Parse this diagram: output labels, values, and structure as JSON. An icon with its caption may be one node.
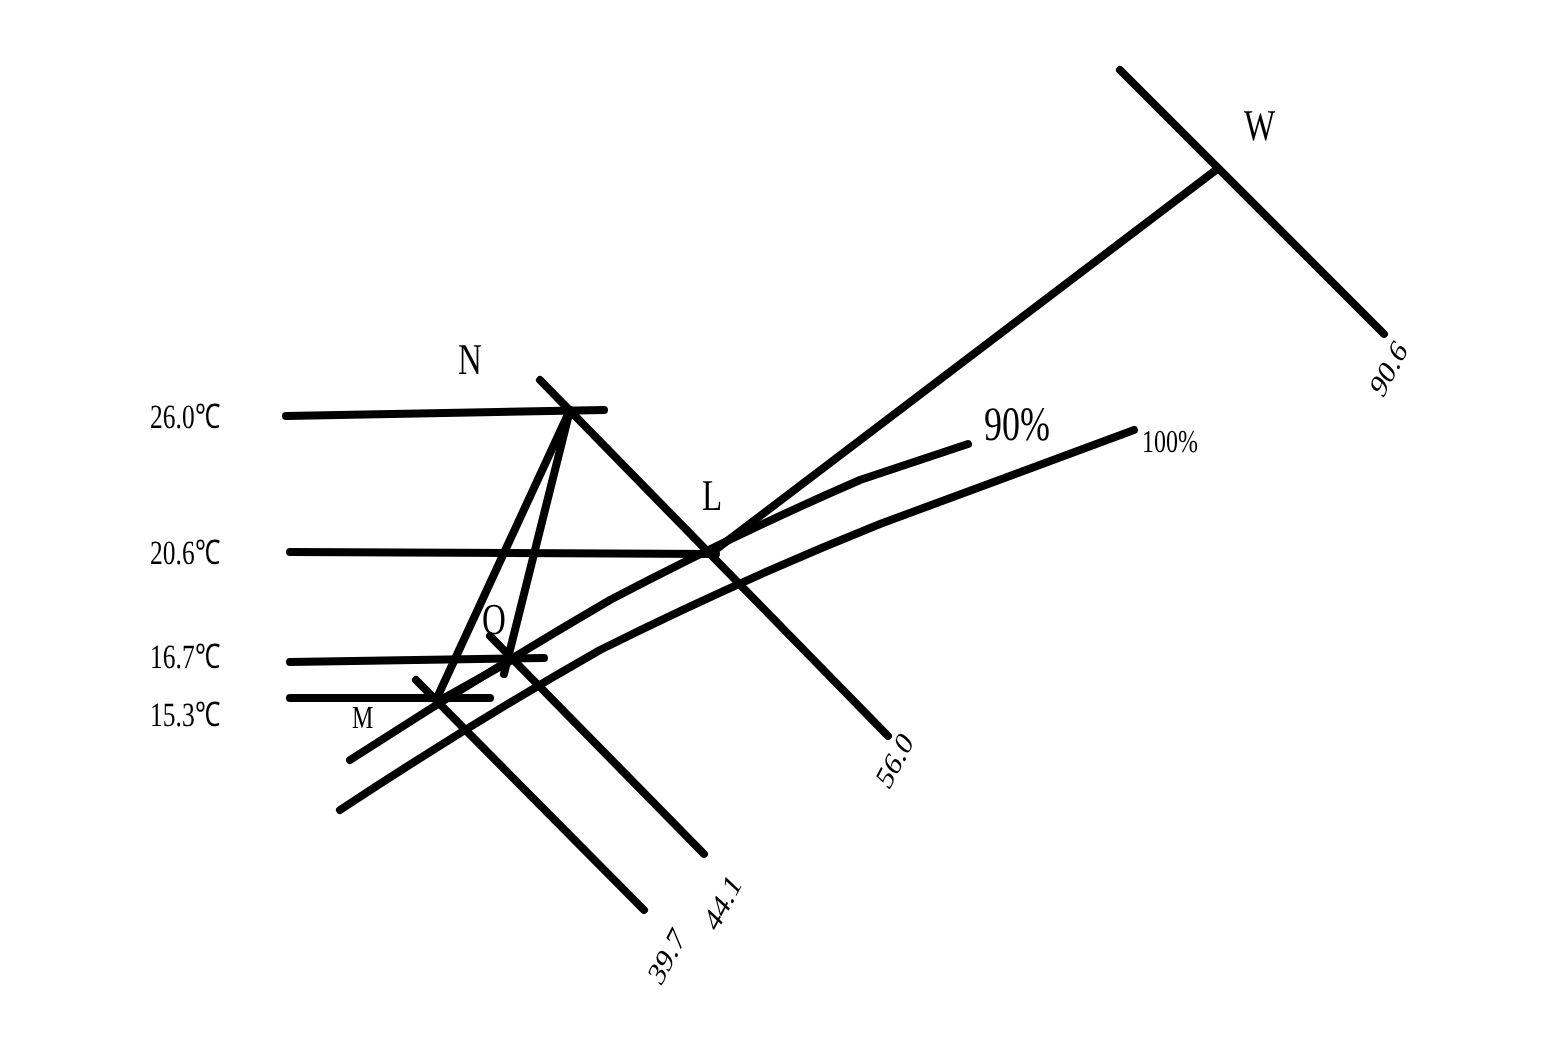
{
  "diagram": {
    "labels": [
      "W",
      "N",
      "26.0℃",
      "90%",
      "100%",
      "90.6",
      "L",
      "20.6℃",
      "O",
      "16.7℃",
      "M",
      "15.3℃",
      "56.0",
      "39.7",
      "44.1"
    ]
  }
}
